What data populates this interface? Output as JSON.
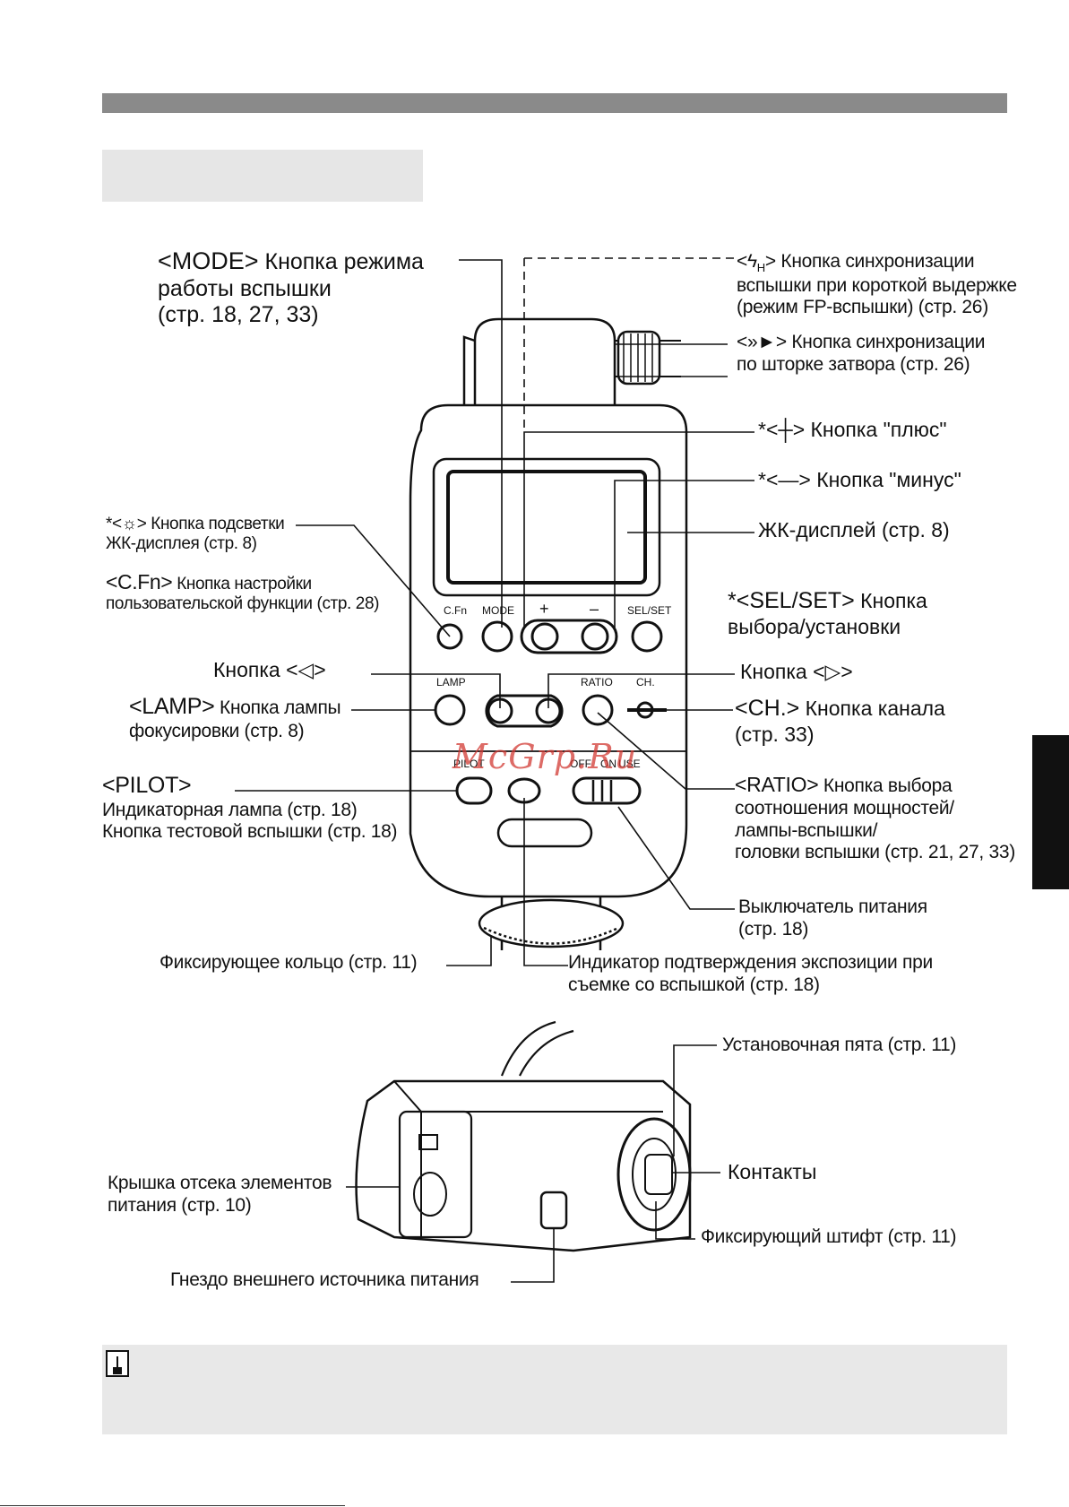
{
  "watermark": "McGrp.Ru",
  "device_labels": {
    "btn_cfn": "C.Fn",
    "btn_mode": "MODE",
    "btn_plus": "+",
    "btn_minus": "–",
    "btn_selset": "SEL/SET",
    "btn_lamp": "LAMP",
    "btn_ratio": "RATIO",
    "btn_ch": "CH.",
    "btn_pilot": "PILOT",
    "sw_off": "OFF",
    "sw_on": "ON",
    "sw_use": "USE"
  },
  "callouts": {
    "mode": {
      "code": "<MODE>",
      "text": "Кнопка режима",
      "line2": "работы вспышки",
      "line3": "(стр. 18, 27, 33)"
    },
    "fp_sync": {
      "text": "Кнопка синхронизации",
      "line2": "вспышки при короткой выдержке",
      "line3": "(режим FP-вспышки) (стр. 26)"
    },
    "curtain_sync": {
      "text": "Кнопка синхронизации",
      "line2": "по шторке затвора (стр. 26)"
    },
    "plus": {
      "prefix": "*<",
      "suffix": "> Кнопка \"плюс\""
    },
    "minus": {
      "prefix": "*<",
      "suffix": "> Кнопка \"минус\""
    },
    "lcd": {
      "text": "ЖК-дисплей (стр. 8)"
    },
    "backlight": {
      "prefix": "*<",
      "text": "> Кнопка подсветки",
      "line2": "ЖК-дисплея (стр. 8)"
    },
    "cfn": {
      "code": "<C.Fn>",
      "text": "Кнопка настройки",
      "line2": "пользовательской функции (стр. 28)"
    },
    "selset": {
      "code": "*<SEL/SET>",
      "text": "Кнопка",
      "line2": "выбора/установки"
    },
    "left": {
      "text": "Кнопка <",
      "suffix": ">"
    },
    "right": {
      "text": "Кнопка <",
      "suffix": ">"
    },
    "lamp": {
      "code": "<LAMP>",
      "text": "Кнопка лампы",
      "line2": "фокусировки (стр. 8)"
    },
    "channel": {
      "code": "<CH.>",
      "text": "Кнопка канала",
      "line2": "(стр. 33)"
    },
    "pilot": {
      "code": "<PILOT>",
      "line2": "Индикаторная лампа (стр. 18)",
      "line3": "Кнопка тестовой вспышки (стр. 18)"
    },
    "ratio": {
      "code": "<RATIO>",
      "text": "Кнопка выбора",
      "line2": "соотношения мощностей/",
      "line3": "лампы-вспышки/",
      "line4": "головки вспышки (стр. 21, 27, 33)"
    },
    "power": {
      "text": "Выключатель питания",
      "line2": "(стр. 18)"
    },
    "lock_ring": {
      "text": "Фиксирующее кольцо (стр. 11)"
    },
    "exposure": {
      "text": "Индикатор подтверждения экспозиции при",
      "line2": "съемке со вспышкой (стр. 18)"
    },
    "foot": {
      "text": "Установочная пята (стр. 11)"
    },
    "contacts": {
      "text": "Контакты"
    },
    "battery": {
      "text": "Крышка отсека элементов",
      "line2": "питания (стр. 10)"
    },
    "lock_pin": {
      "text": "Фиксирующий штифт (стр. 11)"
    },
    "ext_power": {
      "text": "Гнездо внешнего источника питания"
    }
  }
}
